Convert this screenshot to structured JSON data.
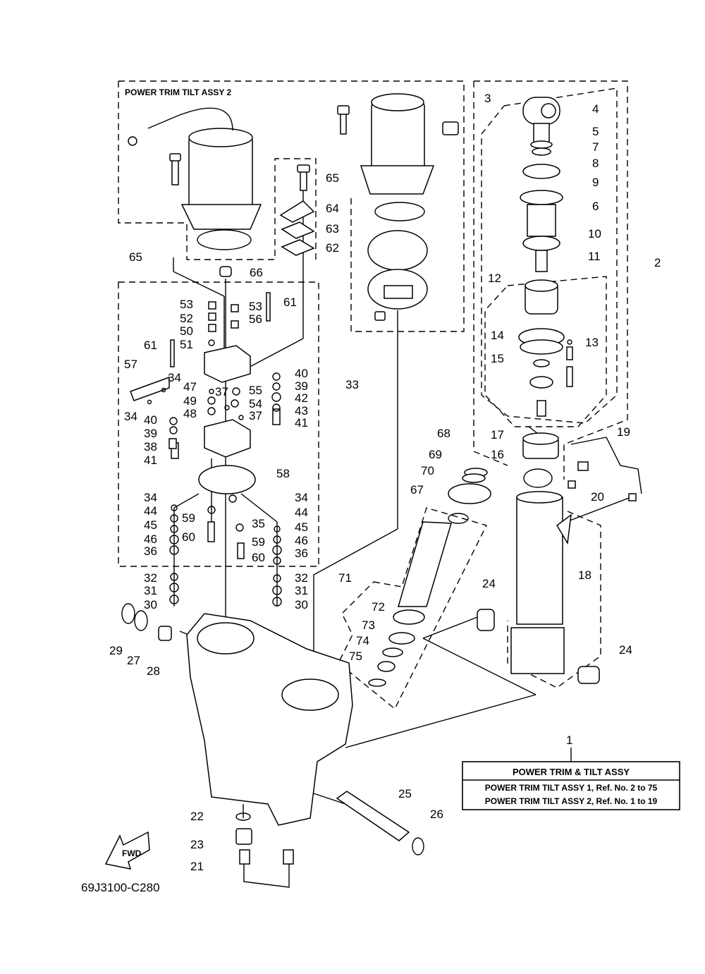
{
  "section_labels": {
    "assy2_header": "POWER TRIM TILT ASSY 2",
    "drawing_code": "69J3100-C280",
    "fwd_arrow": "FWD"
  },
  "legend_box": {
    "title": "POWER TRIM & TILT ASSY",
    "line1": "POWER TRIM TILT ASSY 1,  Ref. No. 2 to 75",
    "line2": "POWER TRIM TILT ASSY 2,  Ref. No. 1 to 19"
  },
  "callouts": [
    {
      "n": "1"
    },
    {
      "n": "2"
    },
    {
      "n": "3"
    },
    {
      "n": "4"
    },
    {
      "n": "5"
    },
    {
      "n": "7"
    },
    {
      "n": "8"
    },
    {
      "n": "9"
    },
    {
      "n": "6"
    },
    {
      "n": "10"
    },
    {
      "n": "11"
    },
    {
      "n": "12"
    },
    {
      "n": "13"
    },
    {
      "n": "14"
    },
    {
      "n": "15"
    },
    {
      "n": "17"
    },
    {
      "n": "16"
    },
    {
      "n": "18"
    },
    {
      "n": "19"
    },
    {
      "n": "20"
    },
    {
      "n": "24"
    },
    {
      "n": "24"
    },
    {
      "n": "25"
    },
    {
      "n": "26"
    },
    {
      "n": "22"
    },
    {
      "n": "23"
    },
    {
      "n": "21"
    },
    {
      "n": "29"
    },
    {
      "n": "27"
    },
    {
      "n": "28"
    },
    {
      "n": "30"
    },
    {
      "n": "31"
    },
    {
      "n": "32"
    },
    {
      "n": "30"
    },
    {
      "n": "31"
    },
    {
      "n": "32"
    },
    {
      "n": "33"
    },
    {
      "n": "34"
    },
    {
      "n": "34"
    },
    {
      "n": "34"
    },
    {
      "n": "34"
    },
    {
      "n": "35"
    },
    {
      "n": "36"
    },
    {
      "n": "36"
    },
    {
      "n": "37"
    },
    {
      "n": "37"
    },
    {
      "n": "38"
    },
    {
      "n": "39"
    },
    {
      "n": "39"
    },
    {
      "n": "40"
    },
    {
      "n": "40"
    },
    {
      "n": "41"
    },
    {
      "n": "41"
    },
    {
      "n": "42"
    },
    {
      "n": "43"
    },
    {
      "n": "44"
    },
    {
      "n": "44"
    },
    {
      "n": "45"
    },
    {
      "n": "45"
    },
    {
      "n": "46"
    },
    {
      "n": "46"
    },
    {
      "n": "47"
    },
    {
      "n": "48"
    },
    {
      "n": "49"
    },
    {
      "n": "50"
    },
    {
      "n": "51"
    },
    {
      "n": "52"
    },
    {
      "n": "53"
    },
    {
      "n": "53"
    },
    {
      "n": "54"
    },
    {
      "n": "55"
    },
    {
      "n": "56"
    },
    {
      "n": "57"
    },
    {
      "n": "58"
    },
    {
      "n": "59"
    },
    {
      "n": "59"
    },
    {
      "n": "60"
    },
    {
      "n": "60"
    },
    {
      "n": "61"
    },
    {
      "n": "61"
    },
    {
      "n": "62"
    },
    {
      "n": "63"
    },
    {
      "n": "64"
    },
    {
      "n": "65"
    },
    {
      "n": "65"
    },
    {
      "n": "66"
    },
    {
      "n": "67"
    },
    {
      "n": "68"
    },
    {
      "n": "69"
    },
    {
      "n": "70"
    },
    {
      "n": "71"
    },
    {
      "n": "72"
    },
    {
      "n": "73"
    },
    {
      "n": "74"
    },
    {
      "n": "75"
    }
  ]
}
